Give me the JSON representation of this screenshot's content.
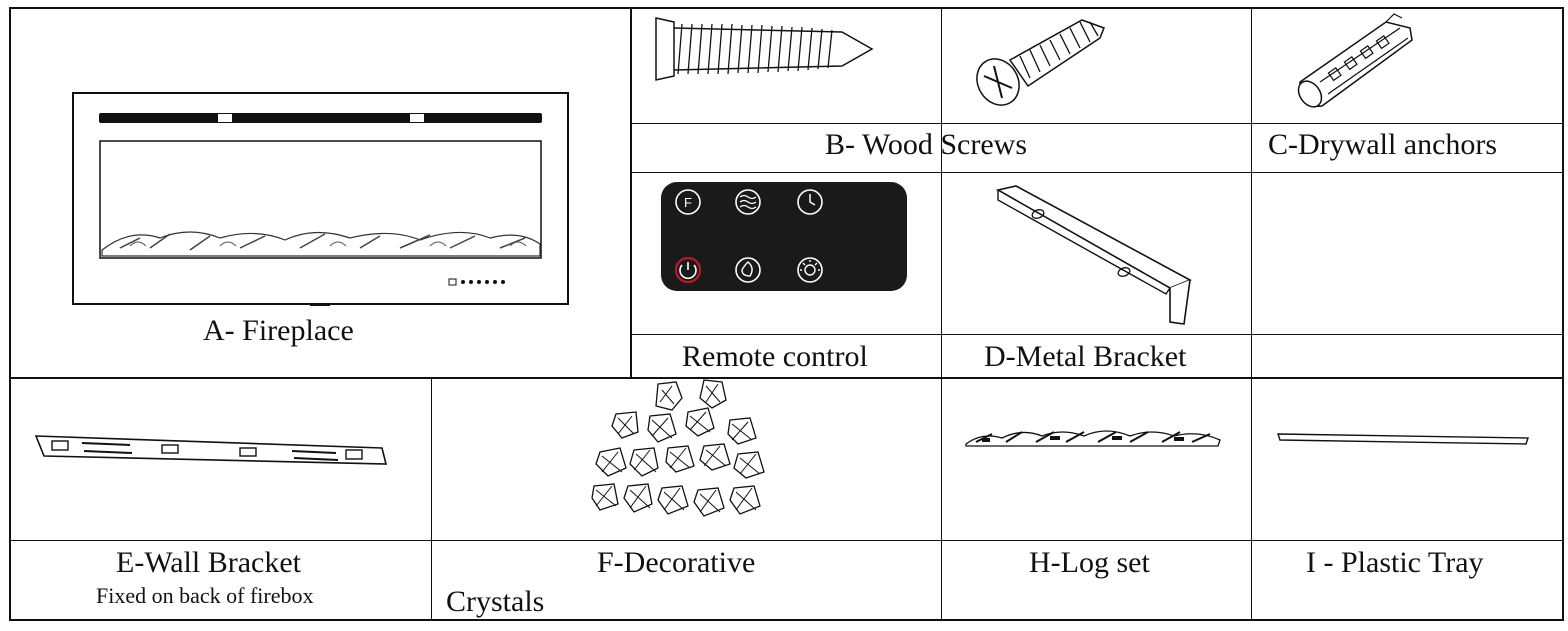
{
  "parts": {
    "a_fireplace": {
      "label": "A- Fireplace"
    },
    "b_wood_screws": {
      "label": "B- Wood Screws"
    },
    "c_drywall_anchors": {
      "label": "C-Drywall anchors"
    },
    "remote_control": {
      "label": "Remote control"
    },
    "d_metal_bracket": {
      "label": "D-Metal Bracket"
    },
    "e_wall_bracket": {
      "label": "E-Wall Bracket",
      "note": "Fixed on back of firebox"
    },
    "f_decorative": {
      "label": "F-Decorative",
      "label_continued": "Crystals"
    },
    "h_log_set": {
      "label": "H-Log set"
    },
    "i_plastic_tray": {
      "label": "I - Plastic Tray"
    }
  },
  "icons": {
    "remote_buttons": [
      "power-icon",
      "flame-icon",
      "light-icon",
      "fan-mode-icon",
      "heat-icon",
      "timer-icon"
    ],
    "remote_power_color": "#c0182a",
    "remote_body_color": "#1a1a1a"
  }
}
